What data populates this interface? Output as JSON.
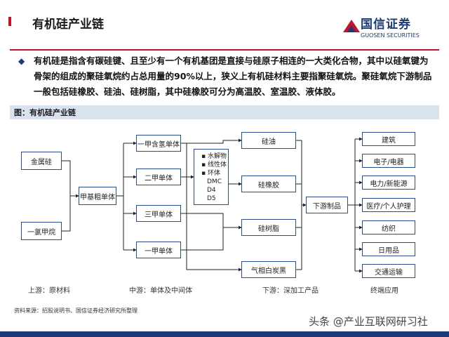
{
  "header": {
    "title": "有机硅产业链",
    "logo_cn": "国信证券",
    "logo_en": "GUOSEN SECURITIES"
  },
  "intro": {
    "bullet": "◆",
    "text": "有机硅是指含有碳硅键、且至少有一个有机基团是直接与硅原子相连的一大类化合物，其中以硅氧键为骨架的组成的聚硅氧烷约占总用量的90%以上，狭义上有机硅材料主要指聚硅氧烷。聚硅氧烷下游制品一般包括硅橡胶、硅油、硅树脂，其中硅橡胶可分为高温胶、室温胶、液体胶。"
  },
  "figure": {
    "label": "图：有机硅产业链",
    "raw": [
      "金属硅",
      "一氯甲烷"
    ],
    "crude": "甲基粗单体",
    "monomers": [
      "一甲含氢单体",
      "二甲单体",
      "三甲单体",
      "一甲单体"
    ],
    "intermediates": [
      "水解物",
      "线性体",
      "环体",
      "DMC",
      "D4",
      "D5"
    ],
    "products": [
      "硅油",
      "硅橡胶",
      "硅树脂",
      "气相白炭黑"
    ],
    "downstream": "下游制品",
    "applications": [
      "建筑",
      "电子/电器",
      "电力/新能源",
      "医疗/个人护理",
      "纺织",
      "日用品",
      "交通运输"
    ],
    "stages": [
      "上游：原材料",
      "中游：单体及中间体",
      "下游：深加工产品",
      "终端应用"
    ]
  },
  "source": "资料来源：招股说明书、国信证券经济研究所整理",
  "watermark": "头条 @产业互联网研习社"
}
